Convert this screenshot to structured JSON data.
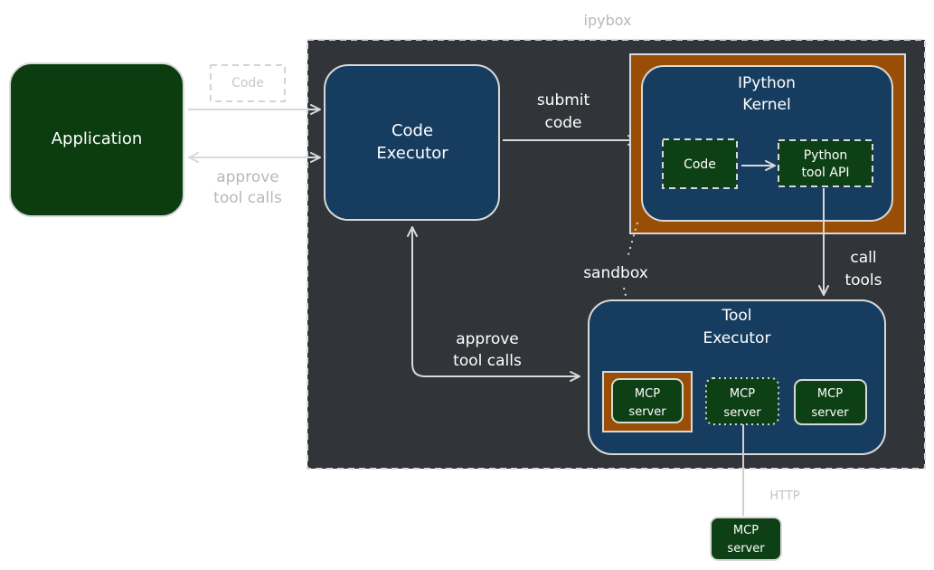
{
  "colors": {
    "background": "#ffffff",
    "sandbox_fill": "#313438",
    "executor_fill": "#163d60",
    "component_fill": "#0d4014",
    "app_fill": "#0b3d10",
    "kernel_sandbox_fill": "#994e06",
    "light_stroke": "#d9d9d9",
    "faint_text": "#b8b8b8"
  },
  "diagram": {
    "ipybox_label": "ipybox",
    "application_label": "Application",
    "code_label": "Code",
    "approve_tool_calls_outer": [
      "approve",
      "tool calls"
    ],
    "code_executor_label": [
      "Code",
      "Executor"
    ],
    "submit_code_label": [
      "submit",
      "code"
    ],
    "ipython_kernel_label": [
      "IPython",
      "Kernel"
    ],
    "kernel_code_label": "Code",
    "python_tool_api_label": [
      "Python",
      "tool API"
    ],
    "call_tools_label": [
      "call",
      "tools"
    ],
    "sandbox_label": "sandbox",
    "approve_tool_calls_inner": [
      "approve",
      "tool calls"
    ],
    "tool_executor_label": [
      "Tool",
      "Executor"
    ],
    "mcp_server_label": [
      "MCP",
      "server"
    ],
    "http_label": "HTTP"
  }
}
